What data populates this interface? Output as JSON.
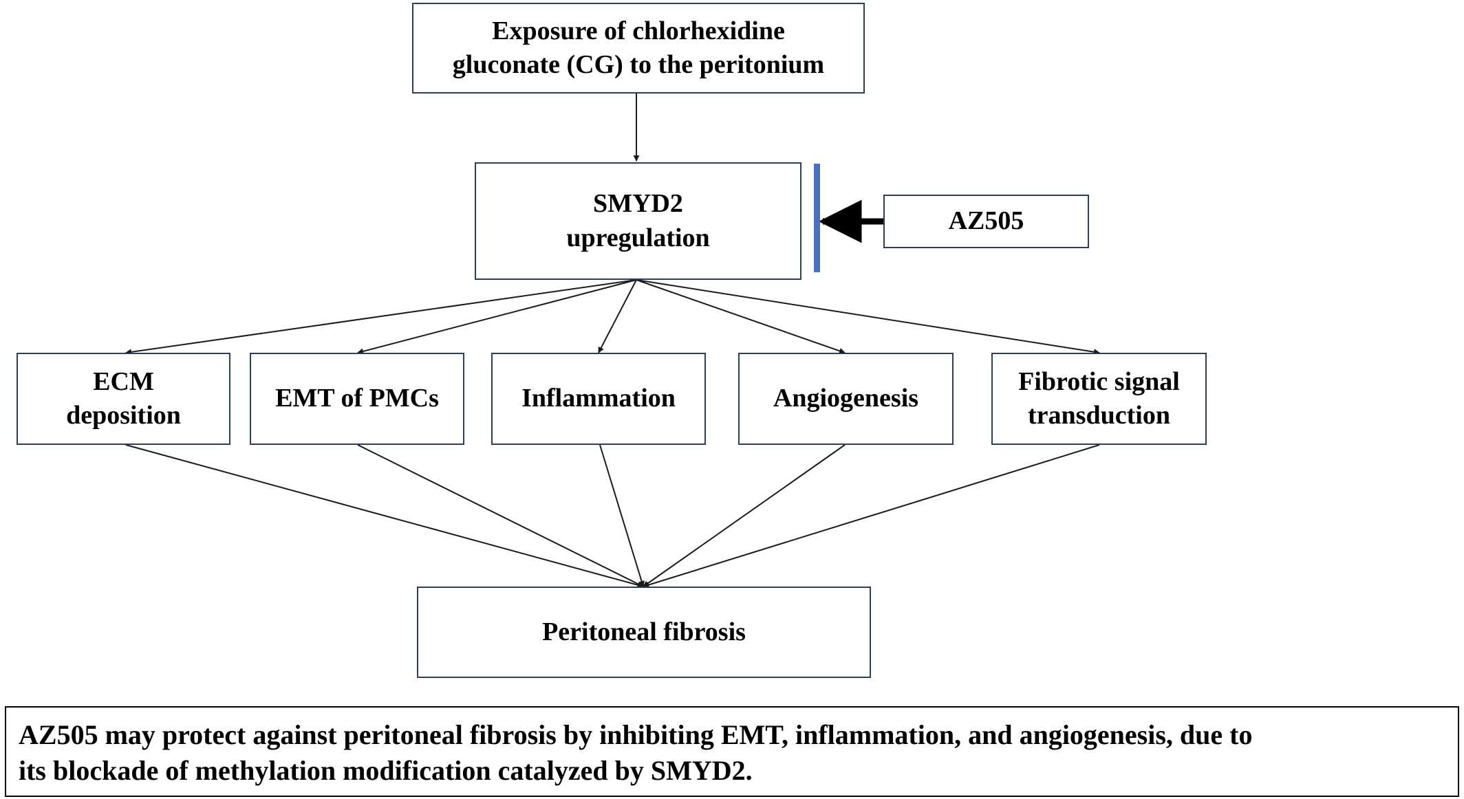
{
  "diagram": {
    "nodes": {
      "exposure": {
        "line1": "Exposure of chlorhexidine",
        "line2": "gluconate (CG) to the peritonium"
      },
      "smyd2": {
        "line1": "SMYD2",
        "line2": "upregulation"
      },
      "az505": {
        "label": "AZ505"
      },
      "ecm": {
        "line1": "ECM",
        "line2": "deposition"
      },
      "emt": {
        "label": "EMT of PMCs"
      },
      "inflammation": {
        "label": "Inflammation"
      },
      "angiogenesis": {
        "label": "Angiogenesis"
      },
      "fibrotic": {
        "line1": "Fibrotic signal",
        "line2": "transduction"
      },
      "fibrosis": {
        "label": "Peritoneal fibrosis"
      }
    },
    "edges": [
      {
        "from": "exposure",
        "to": "smyd2",
        "type": "activates"
      },
      {
        "from": "az505",
        "to": "smyd2",
        "type": "inhibits"
      },
      {
        "from": "smyd2",
        "to": "ecm",
        "type": "activates"
      },
      {
        "from": "smyd2",
        "to": "emt",
        "type": "activates"
      },
      {
        "from": "smyd2",
        "to": "inflammation",
        "type": "activates"
      },
      {
        "from": "smyd2",
        "to": "angiogenesis",
        "type": "activates"
      },
      {
        "from": "smyd2",
        "to": "fibrotic",
        "type": "activates"
      },
      {
        "from": "ecm",
        "to": "fibrosis",
        "type": "activates"
      },
      {
        "from": "emt",
        "to": "fibrosis",
        "type": "activates"
      },
      {
        "from": "inflammation",
        "to": "fibrosis",
        "type": "activates"
      },
      {
        "from": "angiogenesis",
        "to": "fibrosis",
        "type": "activates"
      },
      {
        "from": "fibrotic",
        "to": "fibrosis",
        "type": "activates"
      }
    ],
    "colors": {
      "box_border": "#2f3d52",
      "arrow": "#1a1a1a",
      "inhibition_bar": "#4a72c4",
      "text": "#000000"
    }
  },
  "caption": {
    "line1": "AZ505 may protect against peritoneal fibrosis by inhibiting EMT, inflammation, and angiogenesis, due to",
    "line2": "its blockade of methylation modification catalyzed by SMYD2."
  }
}
